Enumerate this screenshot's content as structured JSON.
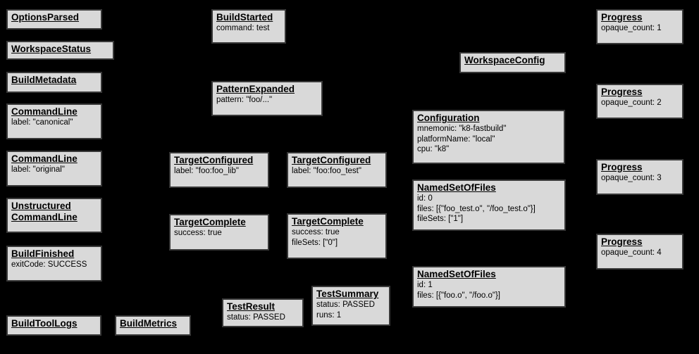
{
  "diagram": {
    "description": "Build event protocol event graph",
    "colors": {
      "background": "#000000",
      "box_fill": "#d9d9d9",
      "box_border": "#383838",
      "text": "#000000"
    }
  },
  "boxes": [
    {
      "title": "OptionsParsed",
      "details": []
    },
    {
      "title": "WorkspaceStatus",
      "details": []
    },
    {
      "title": "BuildMetadata",
      "details": []
    },
    {
      "title": "CommandLine",
      "details": [
        "label: \"canonical\""
      ]
    },
    {
      "title": "CommandLine",
      "details": [
        "label: \"original\""
      ]
    },
    {
      "title": "Unstructured\nCommandLine",
      "details": []
    },
    {
      "title": "BuildFinished",
      "details": [
        "exitCode: SUCCESS"
      ]
    },
    {
      "title": "BuildToolLogs",
      "details": []
    },
    {
      "title": "BuildMetrics",
      "details": []
    },
    {
      "title": "BuildStarted",
      "details": [
        "command: test"
      ]
    },
    {
      "title": "PatternExpanded",
      "details": [
        "pattern: \"foo/...\""
      ]
    },
    {
      "title": "TargetConfigured",
      "details": [
        "label: \"foo:foo_lib\""
      ]
    },
    {
      "title": "TargetConfigured",
      "details": [
        "label: \"foo:foo_test\""
      ]
    },
    {
      "title": "TargetComplete",
      "details": [
        "success: true"
      ]
    },
    {
      "title": "TargetComplete",
      "details": [
        "success: true",
        "fileSets: [\"0\"]"
      ]
    },
    {
      "title": "TestResult",
      "details": [
        "status: PASSED"
      ]
    },
    {
      "title": "TestSummary",
      "details": [
        "status: PASSED",
        "runs: 1"
      ]
    },
    {
      "title": "WorkspaceConfig",
      "details": []
    },
    {
      "title": "Configuration",
      "details": [
        "mnemonic: \"k8-fastbuild\"",
        "platformName: \"local\"",
        "cpu: \"k8\""
      ]
    },
    {
      "title": "NamedSetOfFiles",
      "details": [
        "id: 0",
        "files: [{\"foo_test.o\", \"/foo_test.o\"}]",
        "fileSets: [\"1\"]"
      ]
    },
    {
      "title": "NamedSetOfFiles",
      "details": [
        "id: 1",
        "files: [{\"foo.o\", \"/foo.o\"}]"
      ]
    },
    {
      "title": "Progress",
      "details": [
        "opaque_count: 1"
      ]
    },
    {
      "title": "Progress",
      "details": [
        "opaque_count: 2"
      ]
    },
    {
      "title": "Progress",
      "details": [
        "opaque_count: 3"
      ]
    },
    {
      "title": "Progress",
      "details": [
        "opaque_count: 4"
      ]
    }
  ]
}
